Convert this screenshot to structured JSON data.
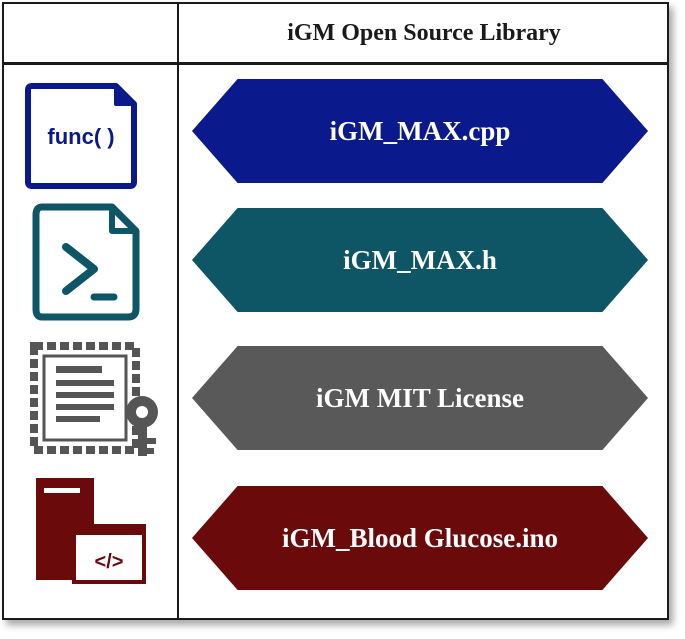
{
  "header": {
    "title": "iGM Open Source Library"
  },
  "rows": [
    {
      "label": "iGM_MAX.cpp",
      "color": "#0a1a8c",
      "icon": "function-file-icon",
      "icon_text": "func( )"
    },
    {
      "label": "iGM_MAX.h",
      "color": "#0e5566",
      "icon": "terminal-file-icon"
    },
    {
      "label": "iGM MIT License",
      "color": "#595959",
      "icon": "certificate-key-icon"
    },
    {
      "label": "iGM_Blood Glucose.ino",
      "color": "#6b0a0a",
      "icon": "server-code-icon",
      "icon_text": "</>"
    }
  ]
}
